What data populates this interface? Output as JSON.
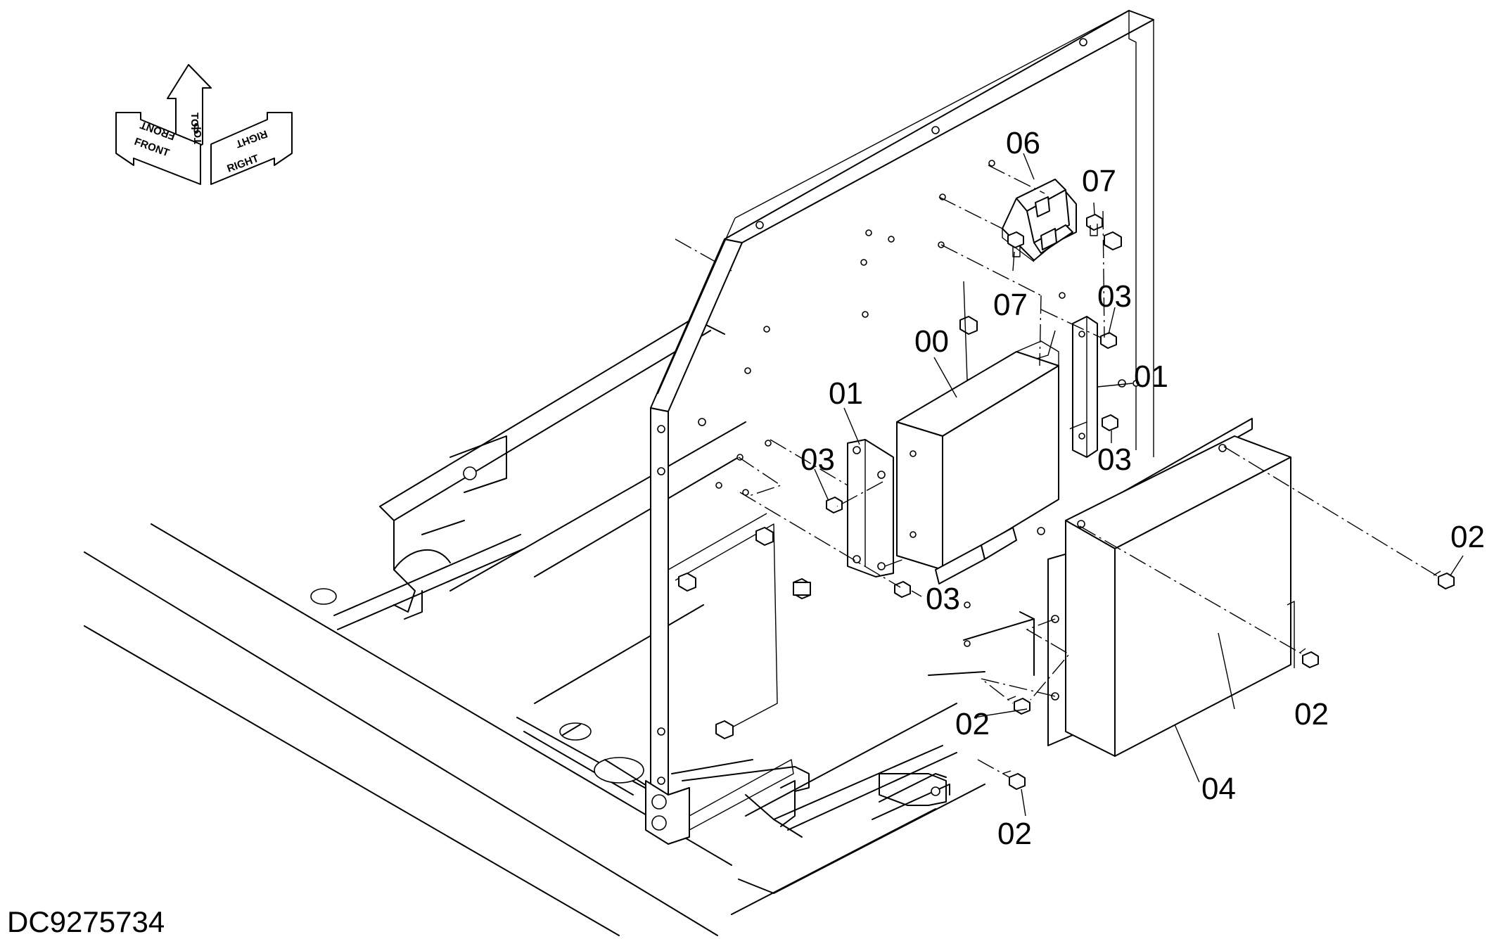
{
  "diagram": {
    "document_id": "DC9275734",
    "orientation_arrows": {
      "front": "FRONT",
      "top": "TOP",
      "right": "RIGHT"
    },
    "callouts": [
      {
        "id": "c00",
        "label": "00"
      },
      {
        "id": "c01a",
        "label": "01"
      },
      {
        "id": "c01b",
        "label": "01"
      },
      {
        "id": "c02a",
        "label": "02"
      },
      {
        "id": "c02b",
        "label": "02"
      },
      {
        "id": "c02c",
        "label": "02"
      },
      {
        "id": "c02d",
        "label": "02"
      },
      {
        "id": "c03a",
        "label": "03"
      },
      {
        "id": "c03b",
        "label": "03"
      },
      {
        "id": "c03c",
        "label": "03"
      },
      {
        "id": "c03d",
        "label": "03"
      },
      {
        "id": "c04",
        "label": "04"
      },
      {
        "id": "c06",
        "label": "06"
      },
      {
        "id": "c07a",
        "label": "07"
      },
      {
        "id": "c07b",
        "label": "07"
      }
    ]
  }
}
